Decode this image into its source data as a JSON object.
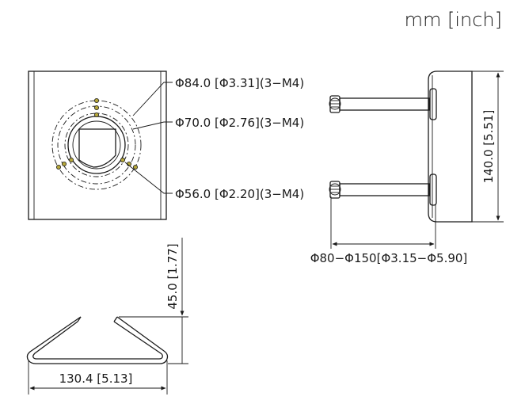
{
  "units": "mm [inch]",
  "dimensions": {
    "bolt_circle_84": "Φ84.0 [Φ3.31](3−M4)",
    "bolt_circle_70": "Φ70.0 [Φ2.76](3−M4)",
    "bolt_circle_56": "Φ56.0 [Φ2.20](3−M4)",
    "height_140": "140.0 [5.51]",
    "pole_diameter": "Φ80−Φ150[Φ3.15−Φ5.90]",
    "height_45": "45.0 [1.77]",
    "width_130": "130.4 [5.13]"
  },
  "colors": {
    "line": "#1a1a1a",
    "hole_fill": "#b5a63a"
  }
}
